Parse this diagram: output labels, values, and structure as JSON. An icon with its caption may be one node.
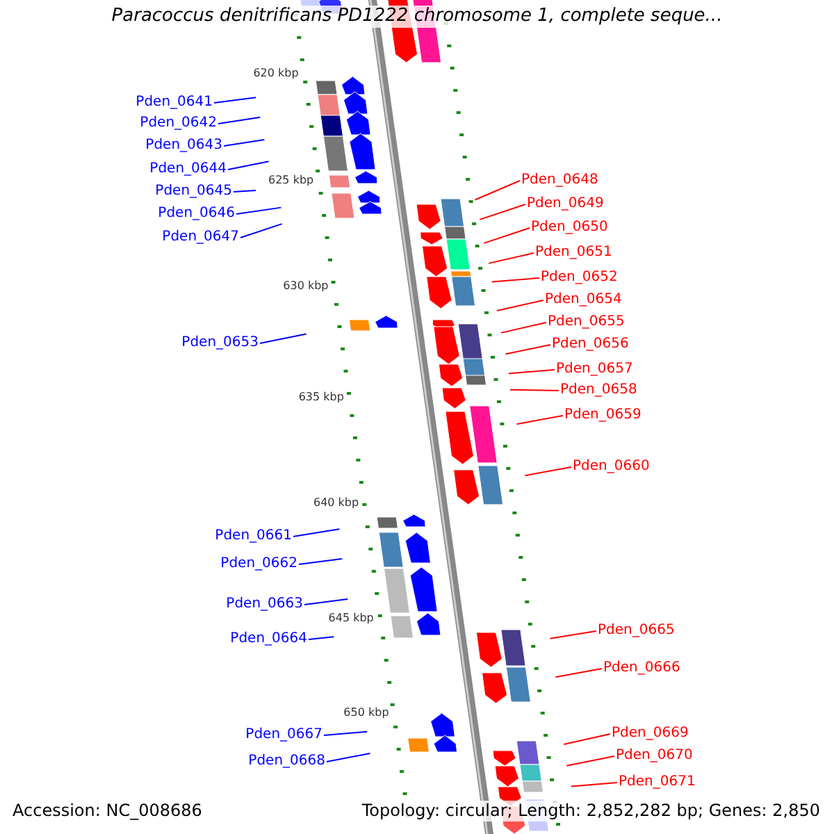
{
  "diagram": {
    "nodes": [
      {
        "text": [
          "Pden_0641"
        ]
      },
      {
        "text": [
          "Pden_0642"
        ]
      },
      {
        "text": [
          "Pden_0643"
        ]
      },
      {
        "text": [
          "Pden_0644"
        ]
      },
      {
        "text": [
          "Pden_0648"
        ]
      },
      {
        "text": [
          "Pden_0645"
        ]
      },
      {
        "text": [
          "Pden_0649"
        ]
      },
      {
        "text": [
          "Pden_0646"
        ]
      },
      {
        "text": [
          "Pden_0650"
        ]
      },
      {
        "text": [
          "Pden_0647"
        ]
      },
      {
        "text": [
          "Pden_0651"
        ]
      },
      {
        "text": [
          "Pden_0652"
        ]
      },
      {
        "text": [
          "Pden_0654"
        ]
      },
      {
        "text": [
          "Pden_0655"
        ]
      },
      {
        "text": [
          "Pden_0653"
        ]
      },
      {
        "text": [
          "Pden_0656"
        ]
      },
      {
        "text": [
          "Pden_0657"
        ]
      },
      {
        "text": [
          "Pden_0658"
        ]
      },
      {
        "text": [
          "Pden_0659"
        ]
      },
      {
        "text": [
          "Pden_0660"
        ]
      },
      {
        "text": [
          "Pden_0661"
        ]
      },
      {
        "text": [
          "Pden_0662"
        ]
      },
      {
        "text": [
          "Pden_0663"
        ]
      },
      {
        "text": [
          "Pden_0665"
        ]
      },
      {
        "text": [
          "Pden_0664"
        ]
      },
      {
        "text": [
          "Pden_0666"
        ]
      },
      {
        "text": [
          "Pden_0669"
        ]
      },
      {
        "text": [
          "Pden_0667"
        ]
      },
      {
        "text": [
          "Pden_0670"
        ]
      },
      {
        "text": [
          "Pden_0668"
        ]
      },
      {
        "text": [
          "Pden_0671"
        ]
      }
    ],
    "edges": [
      {
        "from": 0,
        "to": null,
        "arrow": "none",
        "color": "#0000ff"
      },
      {
        "from": 1,
        "to": null,
        "arrow": "none",
        "color": "#0000ff"
      },
      {
        "from": 2,
        "to": null,
        "arrow": "none",
        "color": "#0000ff"
      },
      {
        "from": 3,
        "to": null,
        "arrow": "none",
        "color": "#0000ff"
      },
      {
        "from": 4,
        "to": null,
        "arrow": "none"
      },
      {
        "from": 5,
        "to": null,
        "arrow": "none",
        "color": "#0000ff"
      },
      {
        "from": 6,
        "to": null,
        "arrow": "none"
      },
      {
        "from": 7,
        "to": null,
        "arrow": "none",
        "color": "#0000ff"
      },
      {
        "from": 8,
        "to": null,
        "arrow": "none"
      },
      {
        "from": 9,
        "to": null,
        "arrow": "none",
        "color": "#0000ff"
      },
      {
        "from": 10,
        "to": null,
        "arrow": "none"
      },
      {
        "from": 11,
        "to": null,
        "arrow": "none"
      },
      {
        "from": 12,
        "to": null,
        "arrow": "none"
      },
      {
        "from": 13,
        "to": null,
        "arrow": "none"
      },
      {
        "from": 14,
        "to": null,
        "arrow": "none",
        "color": "#0000ff"
      },
      {
        "from": 15,
        "to": null,
        "arrow": "none"
      },
      {
        "from": 16,
        "to": null,
        "arrow": "none"
      },
      {
        "from": 17,
        "to": null,
        "arrow": "none"
      },
      {
        "from": 18,
        "to": null,
        "arrow": "none"
      },
      {
        "from": 19,
        "to": null,
        "arrow": "none"
      },
      {
        "from": 20,
        "to": null,
        "arrow": "none",
        "color": "#0000ff"
      },
      {
        "from": 21,
        "to": null,
        "arrow": "none",
        "color": "#0000ff"
      },
      {
        "from": 22,
        "to": null,
        "arrow": "none",
        "color": "#0000ff"
      },
      {
        "from": 23,
        "to": null,
        "arrow": "none"
      },
      {
        "from": 24,
        "to": null,
        "arrow": "none",
        "color": "#0000ff"
      },
      {
        "from": 25,
        "to": null,
        "arrow": "none"
      },
      {
        "from": 26,
        "to": null,
        "arrow": "none"
      },
      {
        "from": 27,
        "to": null,
        "arrow": "none",
        "color": "#0000ff"
      },
      {
        "from": 28,
        "to": null,
        "arrow": "none"
      },
      {
        "from": 29,
        "to": null,
        "arrow": "none",
        "color": "#0000ff"
      },
      {
        "from": 30,
        "to": null,
        "arrow": "none"
      }
    ],
    "labels": [
      "Paracoccus denitrificans PD1222 chromosome 1, complete seque...",
      "620 kbp",
      "625 kbp",
      "630 kbp",
      "635 kbp",
      "640 kbp",
      "645 kbp",
      "650 kbp",
      "Accession: NC_008686",
      "Topology: circular; Length: 2,852,282 bp; Genes: 2,850"
    ]
  }
}
